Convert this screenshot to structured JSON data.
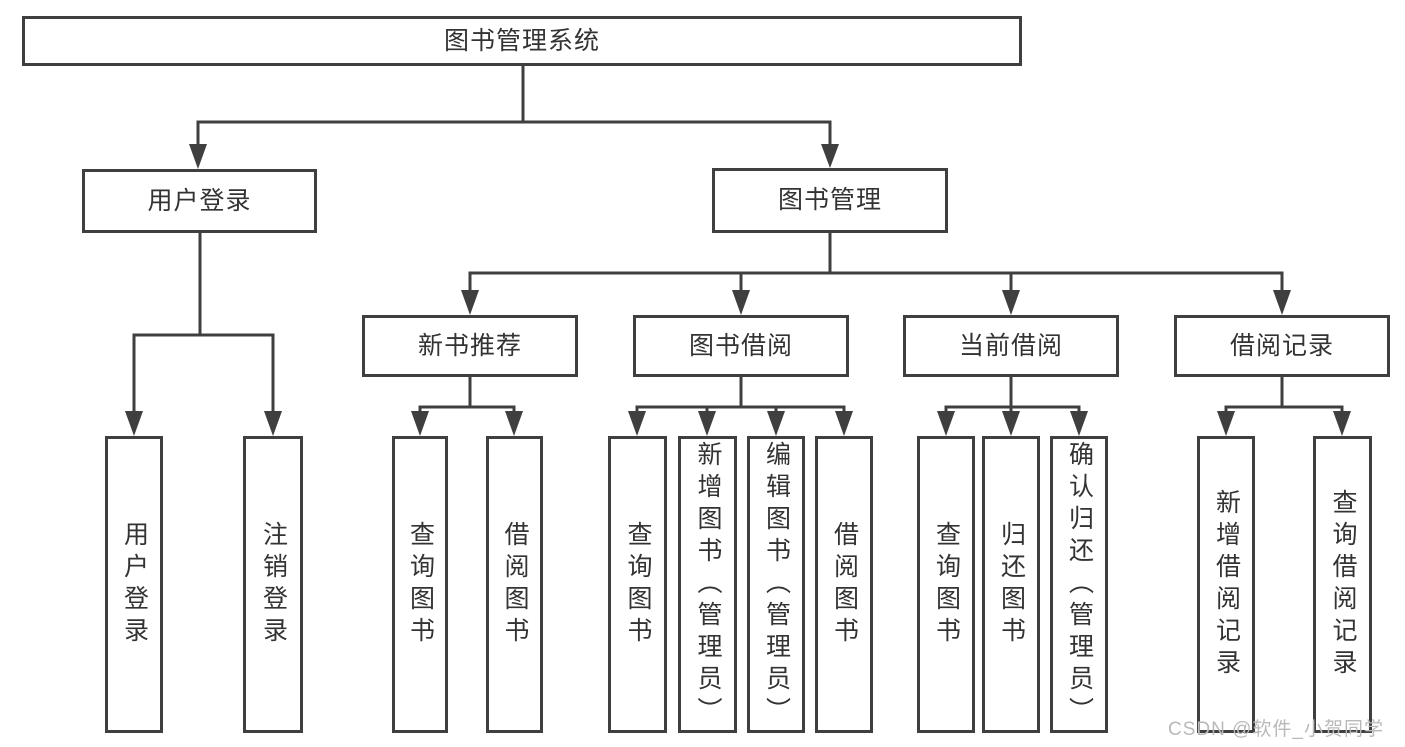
{
  "diagram": {
    "root": {
      "label": "图书管理系统"
    },
    "user_login": {
      "label": "用户登录",
      "children": {
        "login": {
          "label": "用户登录"
        },
        "logout": {
          "label": "注销登录"
        }
      }
    },
    "book_management": {
      "label": "图书管理",
      "new_book_recommend": {
        "label": "新书推荐",
        "children": {
          "query_books": {
            "label": "查询图书"
          },
          "borrow_books": {
            "label": "借阅图书"
          }
        }
      },
      "book_borrow": {
        "label": "图书借阅",
        "children": {
          "query_books": {
            "label": "查询图书"
          },
          "add_books_admin": {
            "label": "新增图书（管理员）"
          },
          "edit_books_admin": {
            "label": "编辑图书（管理员）"
          },
          "borrow_books": {
            "label": "借阅图书"
          }
        }
      },
      "current_borrow": {
        "label": "当前借阅",
        "children": {
          "query_books": {
            "label": "查询图书"
          },
          "return_books": {
            "label": "归还图书"
          },
          "confirm_return_admin": {
            "label": "确认归还（管理员）"
          }
        }
      },
      "borrow_records": {
        "label": "借阅记录",
        "children": {
          "add_record": {
            "label": "新增借阅记录"
          },
          "query_record": {
            "label": "查询借阅记录"
          }
        }
      }
    },
    "watermark": "CSDN @软件_小贺同学",
    "colors": {
      "line": "#3f3f3f",
      "box_border": "#3f3f3f",
      "text": "#333333",
      "watermark": "#b9b9b9",
      "background": "#ffffff"
    }
  }
}
